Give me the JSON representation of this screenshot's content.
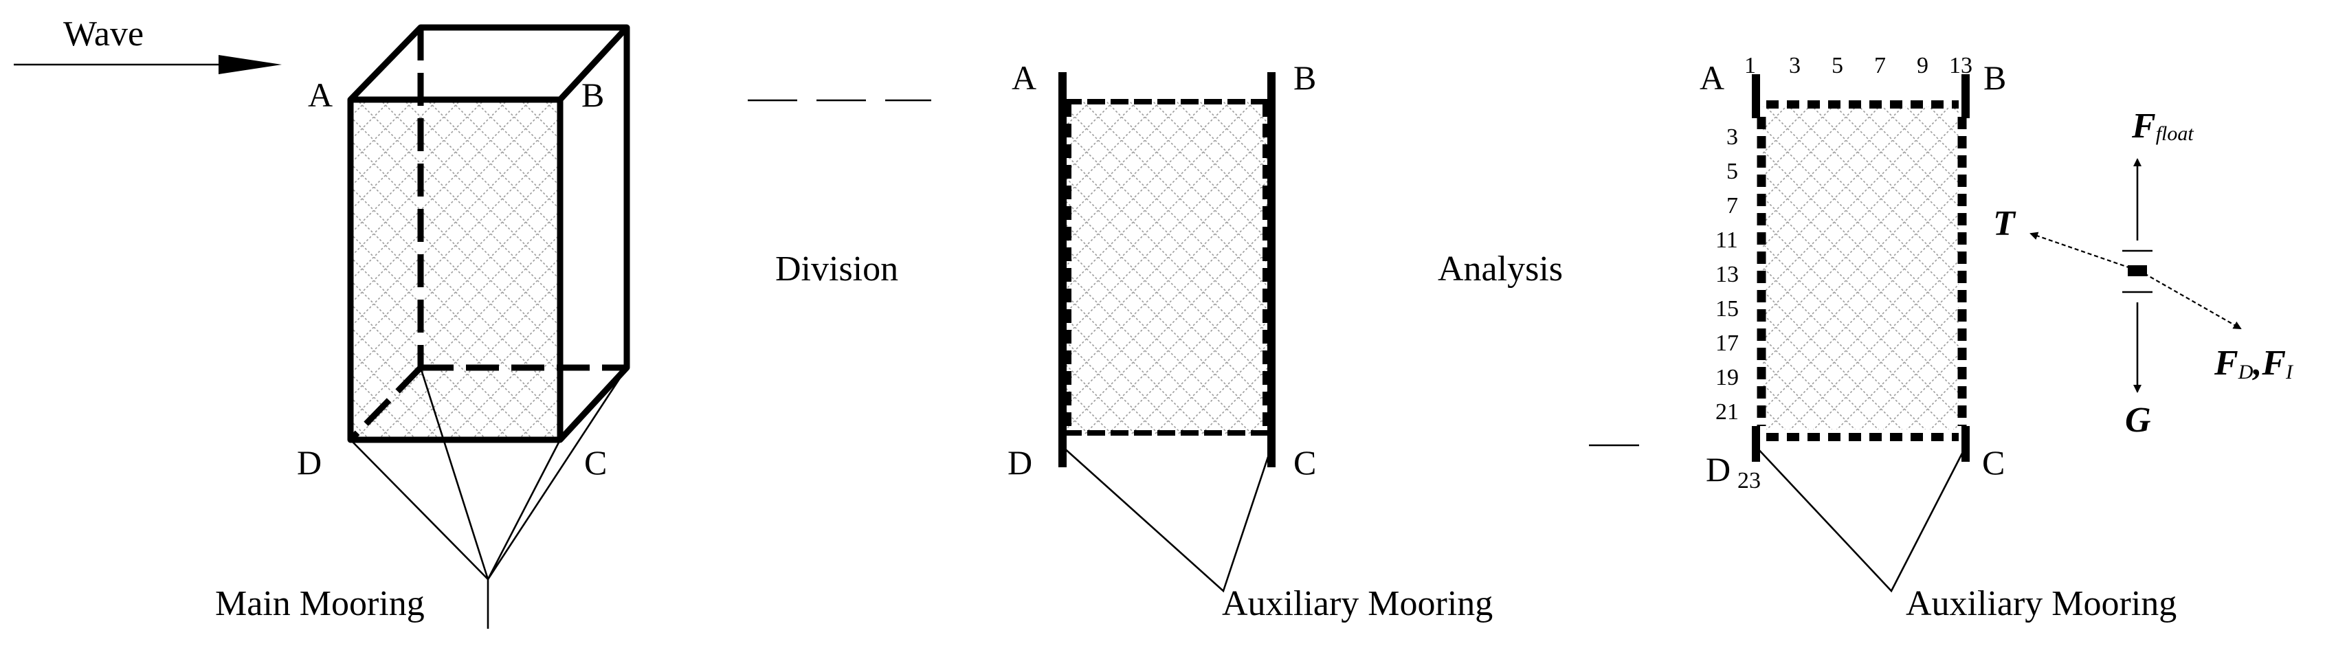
{
  "wave_label": "Wave",
  "steps": {
    "division": "Division",
    "analysis": "Analysis"
  },
  "corners": {
    "a": "A",
    "b": "B",
    "c": "C",
    "d": "D"
  },
  "mooring": {
    "main": "Main Mooring",
    "auxiliary_1": "Auxiliary Mooring",
    "auxiliary_2": "Auxiliary Mooring"
  },
  "node_numbers": {
    "top": [
      "1",
      "3",
      "5",
      "7",
      "9",
      "13"
    ],
    "left": [
      "3",
      "5",
      "7",
      "11",
      "13",
      "15",
      "17",
      "19",
      "21"
    ],
    "bottom": "23"
  },
  "forces": {
    "float_main": "F",
    "float_sub": "float",
    "tension": "T",
    "drag_main": "F",
    "drag_sub": "D",
    "drag_sep": ",",
    "inertia_main": "F",
    "inertia_sub": "I",
    "gravity": "G"
  },
  "colors": {
    "line": "#000000",
    "mesh": "#9a9a9a",
    "background": "#ffffff"
  }
}
